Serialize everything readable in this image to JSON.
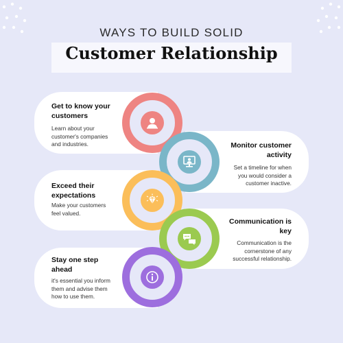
{
  "header": {
    "subtitle": "WAYS TO BUILD SOLID",
    "title": "Customer Relationship"
  },
  "steps": [
    {
      "head": "Get to know your customers",
      "desc": "Learn about your customer's companies and industries.",
      "color": "#ee8482",
      "icon": "customer-icon"
    },
    {
      "head": "Monitor customer activity",
      "desc": "Set a timeline for when you would consider a customer inactive.",
      "color": "#7ab6c8",
      "icon": "monitor-icon"
    },
    {
      "head": "Exceed their expectations",
      "desc": "Make your customers feel valued.",
      "color": "#fbbe5a",
      "icon": "diamond-icon"
    },
    {
      "head": "Communication is key",
      "desc": "Communication is the cornerstone of any successful relationship.",
      "color": "#9bca50",
      "icon": "chat-icon"
    },
    {
      "head": "Stay one step ahead",
      "desc": "it's essential you inform them and advise them how to use them.",
      "color": "#9d6ede",
      "icon": "info-icon"
    }
  ]
}
